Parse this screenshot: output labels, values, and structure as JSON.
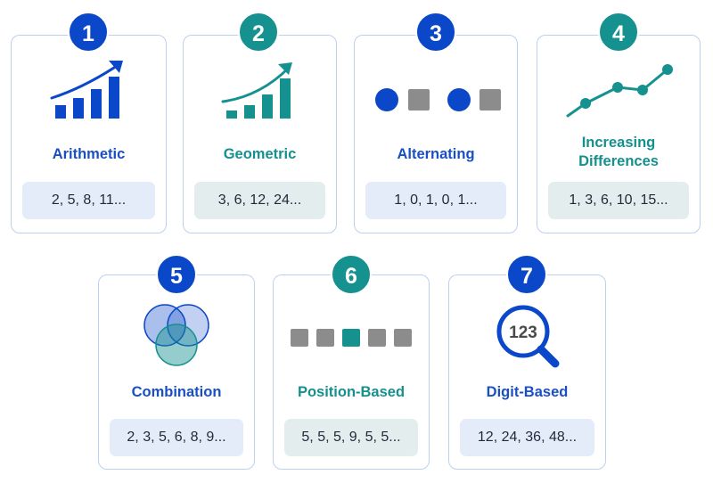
{
  "colors": {
    "blue": "#0b47c9",
    "teal": "#15918f",
    "gray": "#8c8c8c",
    "card_border": "#bcd2ec"
  },
  "cards": [
    {
      "number": "1",
      "title": "Arithmetic",
      "sequence": "2, 5, 8, 11...",
      "icon": "bar-chart-up-icon",
      "theme": "blue"
    },
    {
      "number": "2",
      "title": "Geometric",
      "sequence": "3, 6, 12, 24...",
      "icon": "bar-chart-growth-icon",
      "theme": "teal"
    },
    {
      "number": "3",
      "title": "Alternating",
      "sequence": "1, 0, 1, 0, 1...",
      "icon": "circle-square-pattern-icon",
      "theme": "blue"
    },
    {
      "number": "4",
      "title_lines": [
        "Increasing",
        "Differences"
      ],
      "sequence": "1, 3, 6, 10, 15...",
      "icon": "line-chart-icon",
      "theme": "teal"
    },
    {
      "number": "5",
      "title": "Combination",
      "sequence": "2, 3, 5, 6, 8, 9...",
      "icon": "venn-diagram-icon",
      "theme": "blue"
    },
    {
      "number": "6",
      "title": "Position-Based",
      "sequence": "5, 5, 5, 9, 5, 5...",
      "icon": "square-row-highlight-icon",
      "theme": "teal"
    },
    {
      "number": "7",
      "title": "Digit-Based",
      "sequence": "12, 24, 36, 48...",
      "icon": "magnifier-123-icon",
      "icon_text": "123",
      "theme": "blue"
    }
  ]
}
